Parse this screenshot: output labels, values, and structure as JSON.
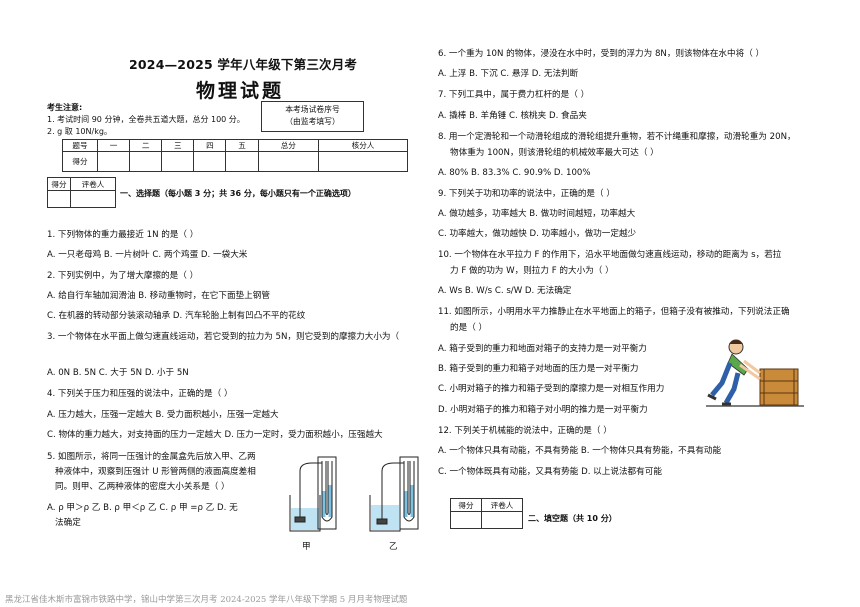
{
  "header": {
    "exam_title": "2024—2025 学年八年级下第三次月考",
    "subject_title": "物理试题",
    "notes_heading": "考生注意:",
    "notes": [
      "1. 考试时间 90 分钟，全卷共五道大题，总分 100 分。",
      "2. g 取 10N/kg。"
    ],
    "seat_box": [
      "本考场试卷序号",
      "（由监考填写）"
    ]
  },
  "score_table": {
    "row1": [
      "题号",
      "一",
      "二",
      "三",
      "四",
      "五",
      "总分",
      "核分人"
    ],
    "row2_label": "得分"
  },
  "grader_box": {
    "score": "得分",
    "grader": "评卷人"
  },
  "section1": {
    "heading": "一、选择题（每小题 3 分；共 36 分，每小题只有一个正确选项）"
  },
  "q1": {
    "stem": "1. 下列物体的重力最接近 1N 的是（   ）",
    "options": "A. 一只老母鸡   B. 一片树叶   C. 两个鸡蛋   D. 一袋大米"
  },
  "q2": {
    "stem": "2. 下列实例中，为了增大摩擦的是（   ）",
    "opt1": "A. 给自行车轴加润滑油    B. 移动重物时，在它下面垫上钢管",
    "opt2": "C. 在机器的转动部分装滚动轴承    D. 汽车轮胎上制有凹凸不平的花纹"
  },
  "q3": {
    "stem": "3. 一个物体在水平面上做匀速直线运动，若它受到的拉力为 5N，则它受到的摩擦力大小为（",
    "options": "A. 0N   B. 5N   C. 大于 5N   D. 小于 5N"
  },
  "q4": {
    "stem": "4. 下列关于压力和压强的说法中，正确的是（   ）",
    "opt1": "A. 压力越大，压强一定越大  B. 受力面积越小，压强一定越大",
    "opt2": "C. 物体的重力越大，对支持面的压力一定越大  D. 压力一定时，受力面积越小，压强越大"
  },
  "q5": {
    "lines": [
      "5. 如图所示，将同一压强计的金属盒先后放入甲、乙两",
      "种液体中，观察到压强计 U 形管两侧的液面高度差相",
      "同。则甲、乙两种液体的密度大小关系是（   ）",
      "A. ρ 甲＞ρ 乙   B. ρ 甲＜ρ 乙   C. ρ 甲 =ρ 乙   D. 无",
      "法确定"
    ],
    "fig_labels": [
      "甲",
      "乙"
    ]
  },
  "q6": {
    "stem": "6. 一个重为 10N 的物体，浸没在水中时，受到的浮力为 8N，则该物体在水中将（   ）",
    "options": "A. 上浮   B. 下沉   C. 悬浮   D. 无法判断"
  },
  "q7": {
    "stem": "7. 下列工具中，属于费力杠杆的是（   ）",
    "options": "A. 撬棒   B. 羊角锤   C. 核桃夹   D. 食品夹"
  },
  "q8": {
    "lines": [
      "8. 用一个定滑轮和一个动滑轮组成的滑轮组提升重物，若不计绳重和摩擦，动滑轮重为 20N，",
      "物体重为 100N，则该滑轮组的机械效率最大可达（   ）"
    ],
    "options": "A. 80%   B. 83.3%   C. 90.9%   D. 100%"
  },
  "q9": {
    "stem": "9. 下列关于功和功率的说法中，正确的是（   ）",
    "opt1": "A. 做功越多，功率越大  B. 做功时间越短，功率越大",
    "opt2": "C. 功率越大，做功越快  D. 功率越小，做功一定越少"
  },
  "q10": {
    "lines": [
      "10. 一个物体在水平拉力 F 的作用下，沿水平地面做匀速直线运动，移动的距离为 s，若拉",
      "力 F 做的功为 W，则拉力 F 的大小为（   ）"
    ],
    "options": "A. Ws   B. W/s   C. s/W   D. 无法确定"
  },
  "q11": {
    "lines": [
      "11. 如图所示，小明用水平力推静止在水平地面上的箱子，但箱子没有被推动，下列说法正确",
      "的是（   ）"
    ],
    "opts": [
      "A. 箱子受到的重力和地面对箱子的支持力是一对平衡力",
      "B. 箱子受到的重力和箱子对地面的压力是一对平衡力",
      "C. 小明对箱子的推力和箱子受到的摩擦力是一对相互作用力",
      "D. 小明对箱子的推力和箱子对小明的推力是一对平衡力"
    ]
  },
  "q12": {
    "stem": "12. 下列关于机械能的说法中，正确的是（   ）",
    "opt1": "A. 一个物体只具有动能，不具有势能  B. 一个物体只具有势能，不具有动能",
    "opt2": "C. 一个物体既具有动能，又具有势能  D. 以上说法都有可能"
  },
  "section2": {
    "heading": "二、填空题（共 10 分）"
  },
  "footer": {
    "text": "黑龙江省佳木斯市富锦市铁路中学，锦山中学第三次月考 2024-2025 学年八年级下学期 5 月月考物理试题"
  }
}
